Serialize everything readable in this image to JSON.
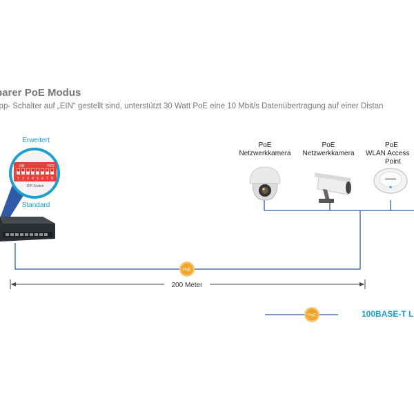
{
  "heading": {
    "title": "barer PoE Modus",
    "description": "ipp- Schalter auf „EIN“ gestellt sind, unterstützt 30 Watt PoE eine 10 Mbit/s Datenübertragung auf einer Distan"
  },
  "switch_callout": {
    "top_label": "Erweitert",
    "bottom_label": "Standard",
    "dip_on": "ON",
    "dip_brand": "YKO",
    "dip_numbers": [
      "1",
      "2",
      "3",
      "4",
      "5",
      "6",
      "7",
      "8"
    ],
    "dip_caption": "DIP-Switch"
  },
  "devices": [
    {
      "line1": "PoE",
      "line2": "Netzwerkkamera",
      "line3": "",
      "icon": "dome-camera-icon"
    },
    {
      "line1": "PoE",
      "line2": "Netzwerkkamera",
      "line3": "",
      "icon": "bullet-camera-icon"
    },
    {
      "line1": "PoE",
      "line2": "WLAN Access",
      "line3": "Point",
      "icon": "access-point-icon"
    }
  ],
  "link": {
    "poe_badge": "PoE",
    "distance": "200 Meter"
  },
  "legend": {
    "poe_badge": "PoE",
    "label": "100BASE-T L"
  },
  "colors": {
    "cable": "#2e5aa6",
    "badge_fill": "#f2a32a",
    "badge_ring": "#f7c476",
    "accent": "#1a9fd0",
    "dip_red": "#e8413c",
    "switch_body": "#2b2f33"
  }
}
